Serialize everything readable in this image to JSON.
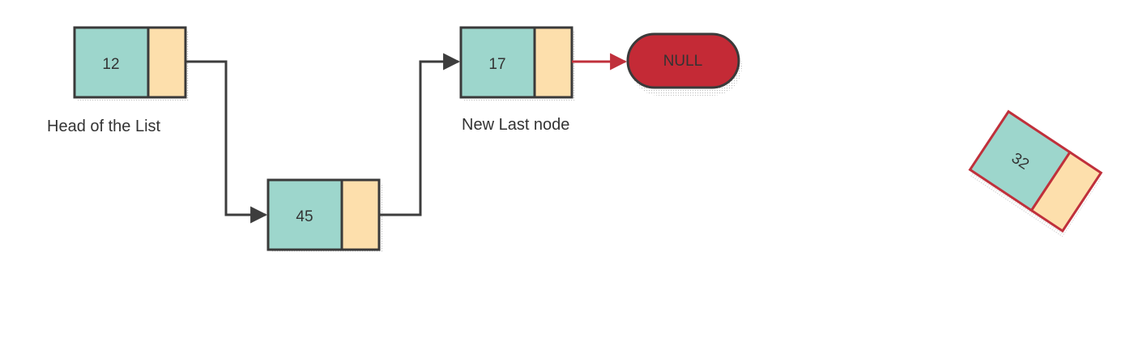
{
  "nodes": {
    "head": {
      "value": "12"
    },
    "middle": {
      "value": "45"
    },
    "last": {
      "value": "17"
    },
    "new_node": {
      "value": "32"
    }
  },
  "null_terminator": {
    "label": "NULL"
  },
  "labels": {
    "head": "Head of the List",
    "last": "New Last node"
  },
  "colors": {
    "data_cell": "#9dd6cc",
    "pointer_cell": "#fddfac",
    "border_default": "#3a3a3a",
    "border_highlight": "#c0303b",
    "null_fill": "#c42a36",
    "arrow_default": "#3d3d3d",
    "arrow_highlight": "#c0303b"
  }
}
